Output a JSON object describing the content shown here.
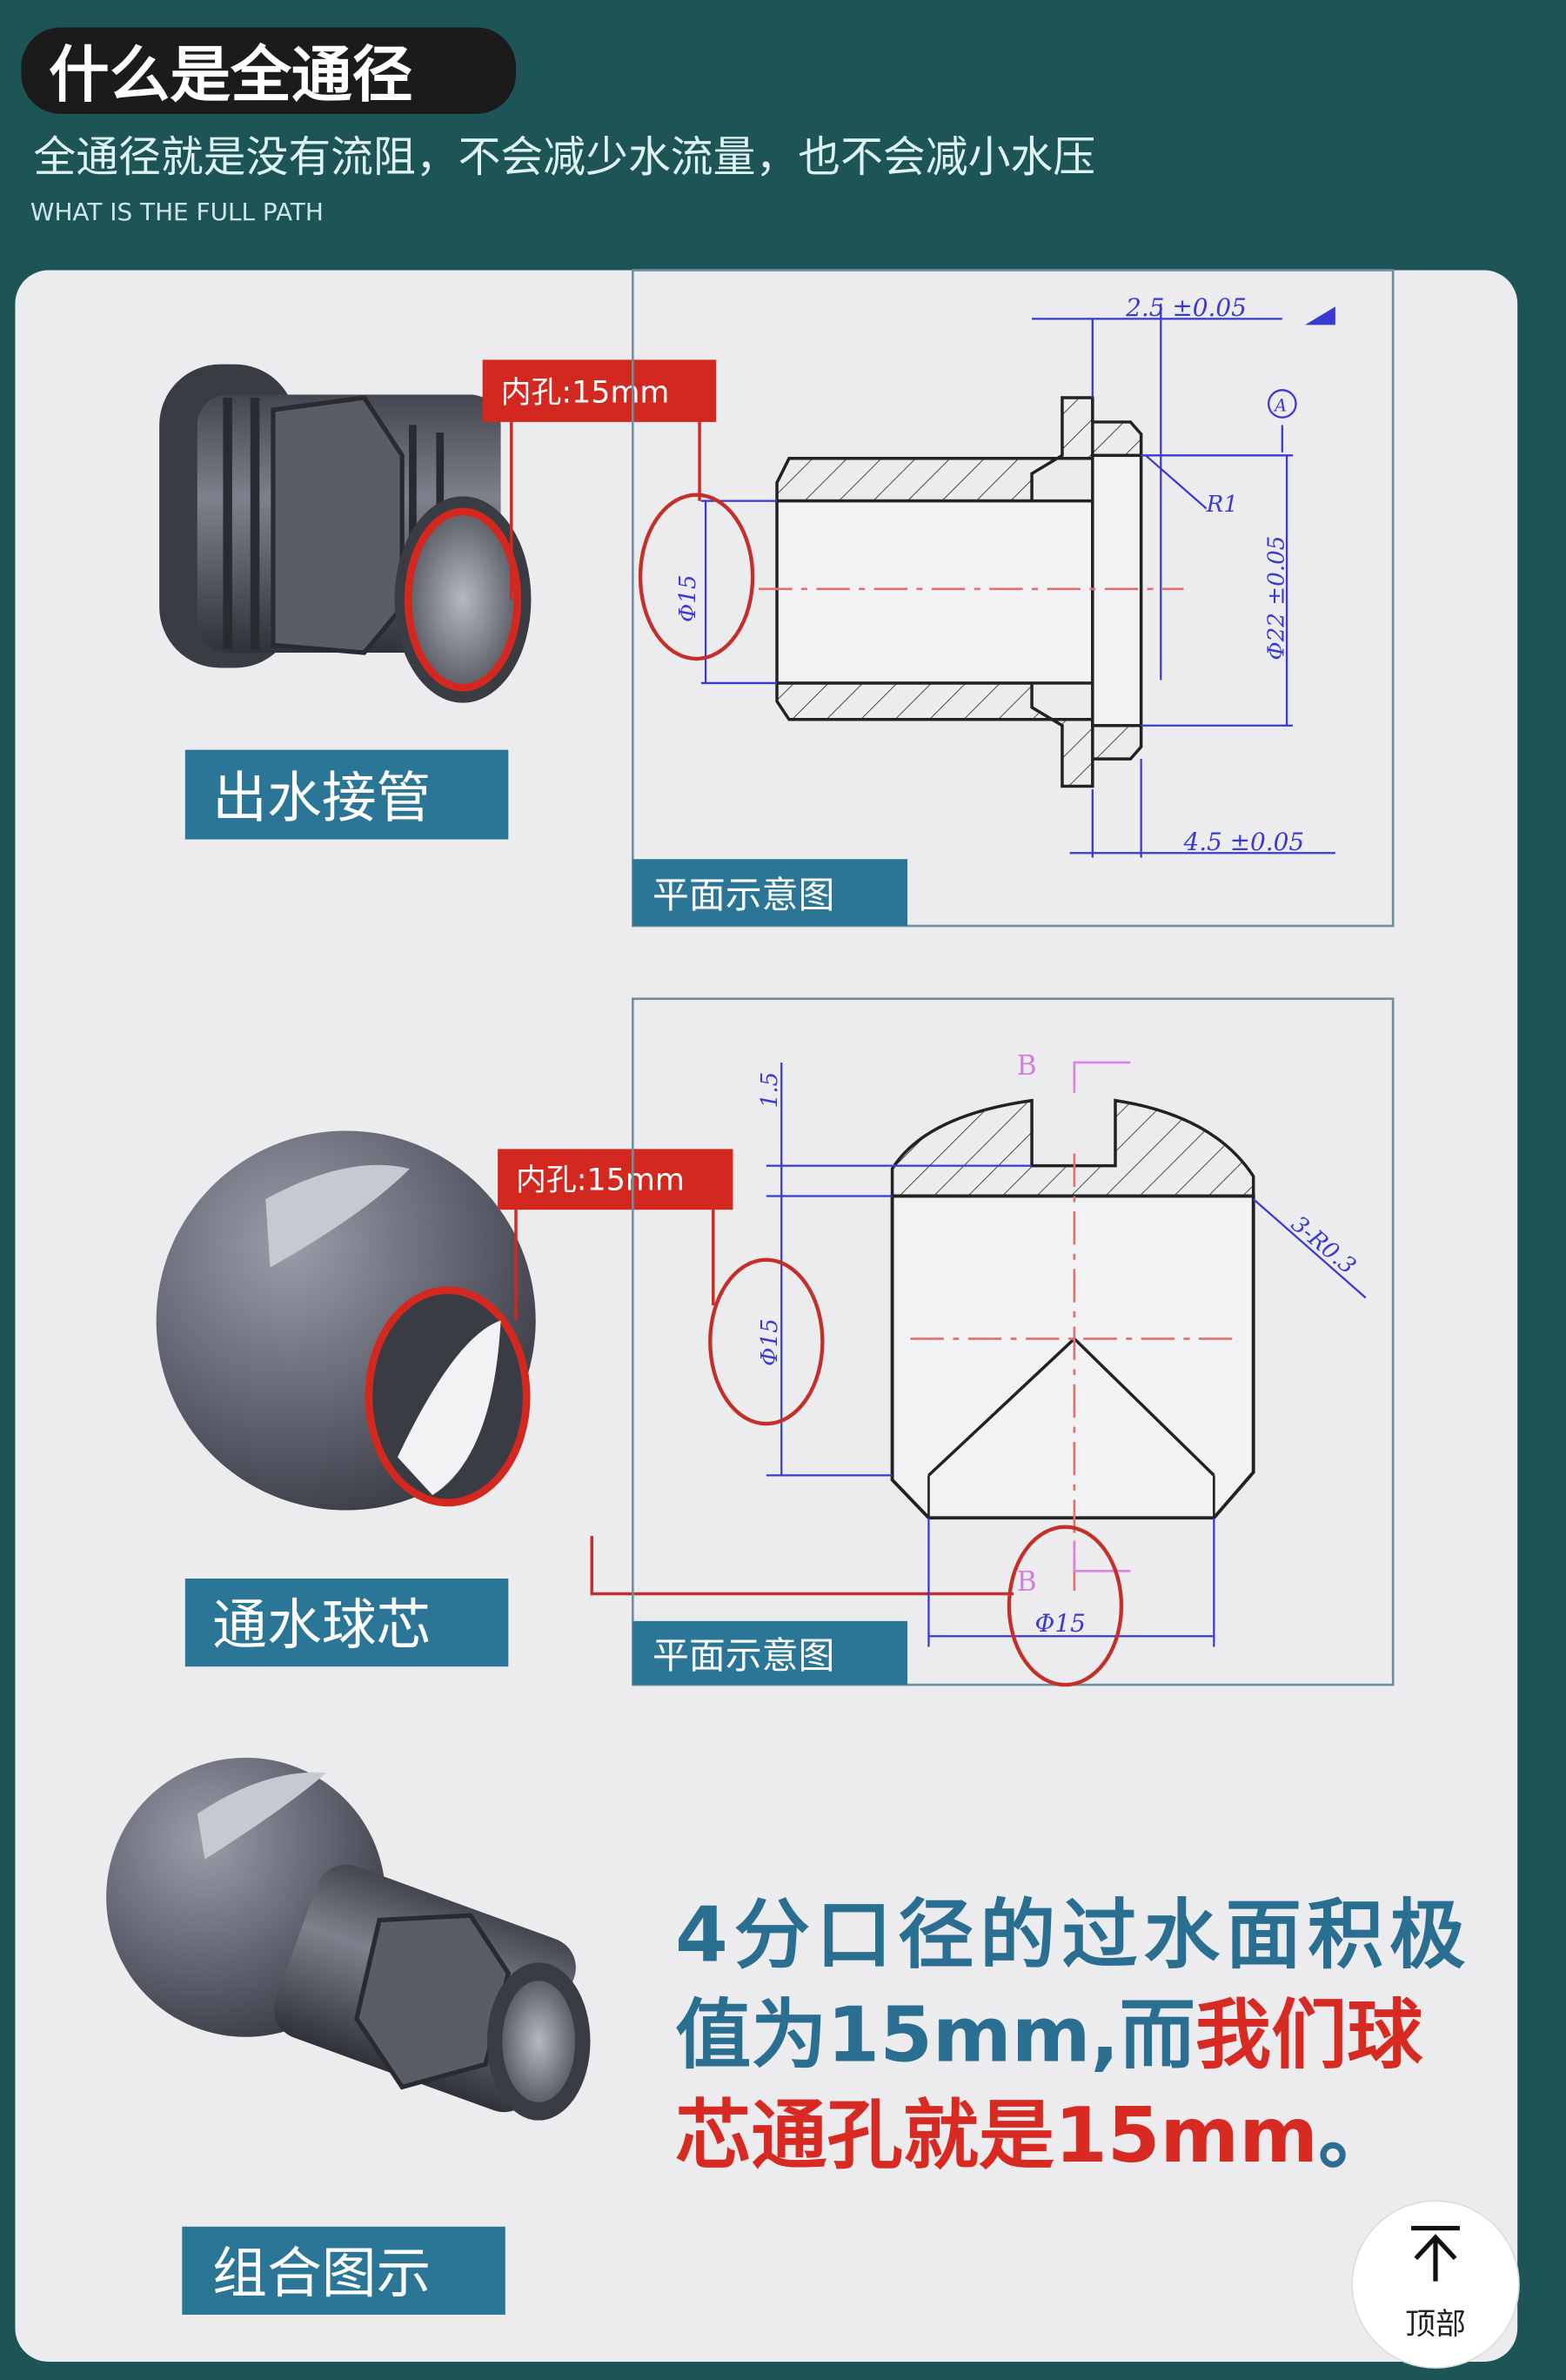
{
  "header": {
    "title": "什么是全通径",
    "subtitle": "全通径就是没有流阻，不会减少水流量，也不会减小水压",
    "subtitle_en": "WHAT IS THE FULL PATH"
  },
  "sections": [
    {
      "part_label": "出水接管",
      "callout": "内孔:15mm",
      "drawing_label": "平面示意图",
      "dims": [
        "2.5 ±0.05",
        "Φ15",
        "R1",
        "Φ22 ±0.05",
        "4.5 ±0.05",
        "A"
      ]
    },
    {
      "part_label": "通水球芯",
      "callout": "内孔:15mm",
      "drawing_label": "平面示意图",
      "dims": [
        "1.5",
        "Φ15",
        "3-R0.3",
        "Φ15",
        "B",
        "B"
      ]
    },
    {
      "part_label": "组合图示"
    }
  ],
  "statement": {
    "line1": "4分口径的过水面积极",
    "line2_blue": "值为15mm,而",
    "line2_red": "我们球",
    "line3_red": "芯通孔就是15mm",
    "line3_end": "。"
  },
  "back_to_top": {
    "icon": "arrow-up-icon",
    "label": "顶部"
  },
  "colors": {
    "background": "#1d5456",
    "card": "#ececef",
    "label_box": "#2b7597",
    "callout": "#d3281f",
    "blue_text": "#2a6f91",
    "red_text": "#d62a22",
    "dimension": "#3a3ad0"
  }
}
